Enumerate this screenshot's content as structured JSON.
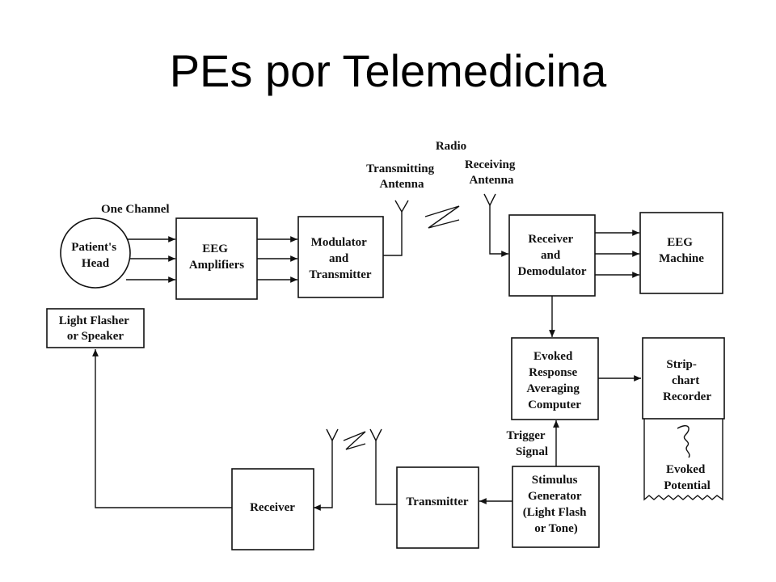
{
  "title": "PEs por Telemedicina",
  "diagram": {
    "patient_head": [
      "Patient's",
      "Head"
    ],
    "eeg_amplifiers": [
      "EEG",
      "Amplifiers"
    ],
    "modulator": [
      "Modulator",
      "and",
      "Transmitter"
    ],
    "receiver_demod": [
      "Receiver",
      "and",
      "Demodulator"
    ],
    "eeg_machine": [
      "EEG",
      "Machine"
    ],
    "light_flasher": [
      "Light Flasher",
      "or Speaker"
    ],
    "averaging": [
      "Evoked",
      "Response",
      "Averaging",
      "Computer"
    ],
    "strip_chart": [
      "Strip-",
      "chart",
      "Recorder"
    ],
    "evoked_potential": [
      "Evoked",
      "Potential"
    ],
    "stimulus": [
      "Stimulus",
      "Generator",
      "(Light Flash",
      "or Tone)"
    ],
    "transmitter": "Transmitter",
    "receiver": "Receiver",
    "one_channel": "One Channel",
    "radio": "Radio",
    "tx_antenna": [
      "Transmitting",
      "Antenna"
    ],
    "rx_antenna": [
      "Receiving",
      "Antenna"
    ],
    "trigger": [
      "Trigger",
      "Signal"
    ]
  }
}
